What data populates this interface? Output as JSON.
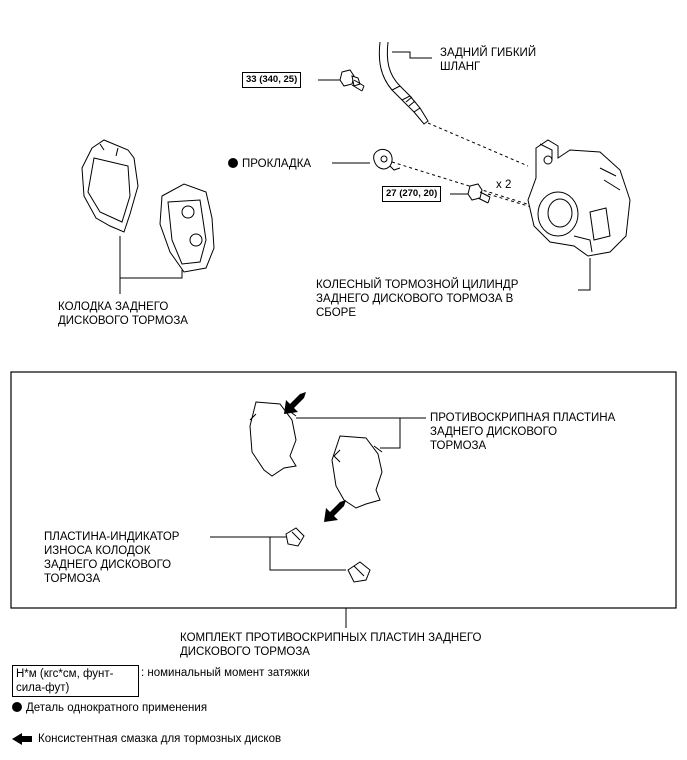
{
  "upper": {
    "rear_flexible_hose": [
      "ЗАДНИЙ ГИБКИЙ",
      "ШЛАНГ"
    ],
    "torque_upper": "33 (340, 25)",
    "gasket": "ПРОКЛАДКА",
    "torque_lower": "27 (270, 20)",
    "times_two": "x 2",
    "caliper": [
      "КОЛЕСНЫЙ ТОРМОЗНОЙ ЦИЛИНДР",
      "ЗАДНЕГО ДИСКОВОГО ТОРМОЗА В",
      "СБОРЕ"
    ],
    "pad": [
      "КОЛОДКА ЗАДНЕГО",
      "ДИСКОВОГО ТОРМОЗА"
    ]
  },
  "kit": {
    "anti_squeal_shim": [
      "ПРОТИВОСКРИПНАЯ ПЛАСТИНА",
      "ЗАДНЕГО ДИСКОВОГО",
      "ТОРМОЗА"
    ],
    "wear_indicator": [
      "ПЛАСТИНА-ИНДИКАТОР",
      "ИЗНОСА КОЛОДОК",
      "ЗАДНЕГО ДИСКОВОГО",
      "ТОРМОЗА"
    ],
    "kit_label": [
      "КОМПЛЕКТ ПРОТИВОСКРИПНЫХ ПЛАСТИН ЗАДНЕГО",
      "ДИСКОВОГО ТОРМОЗА"
    ]
  },
  "legend": {
    "torque_unit": [
      "Н*м (кгс*см, фунт-",
      "сила-фут)"
    ],
    "torque_desc": ": номинальный момент затяжки",
    "non_reusable": "Деталь однократного применения",
    "grease": "Консистентная смазка для тормозных дисков"
  }
}
